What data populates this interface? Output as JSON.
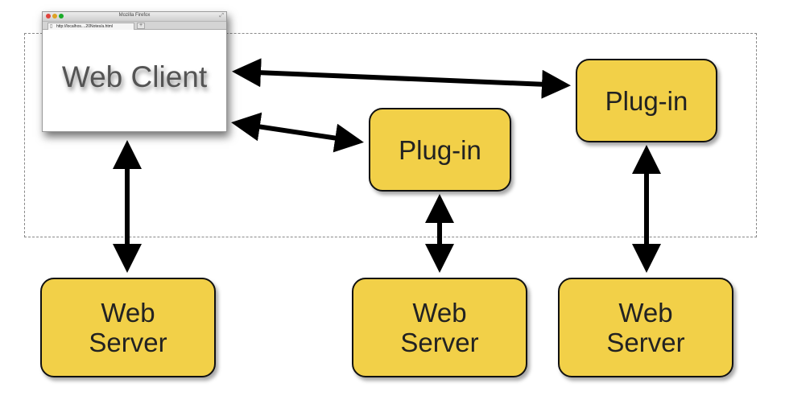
{
  "browser": {
    "window_title": "Mozilla Firefox",
    "tab_label": "http://localhos....20Notes/a.html",
    "new_tab_symbol": "+",
    "content_label": "Web Client"
  },
  "nodes": {
    "plugin_left": "Plug-in",
    "plugin_right": "Plug-in",
    "server_left": [
      "Web",
      "Server"
    ],
    "server_middle": [
      "Web",
      "Server"
    ],
    "server_right": [
      "Web",
      "Server"
    ]
  },
  "colors": {
    "node_fill": "#f2d048",
    "arrow": "#000000"
  },
  "edges": [
    {
      "from": "web-client",
      "to": "plugin-right",
      "direction": "both"
    },
    {
      "from": "web-client",
      "to": "plugin-left",
      "direction": "both"
    },
    {
      "from": "web-client",
      "to": "web-server-left",
      "direction": "both"
    },
    {
      "from": "plugin-left",
      "to": "web-server-middle",
      "direction": "both"
    },
    {
      "from": "plugin-right",
      "to": "web-server-right",
      "direction": "both"
    }
  ]
}
